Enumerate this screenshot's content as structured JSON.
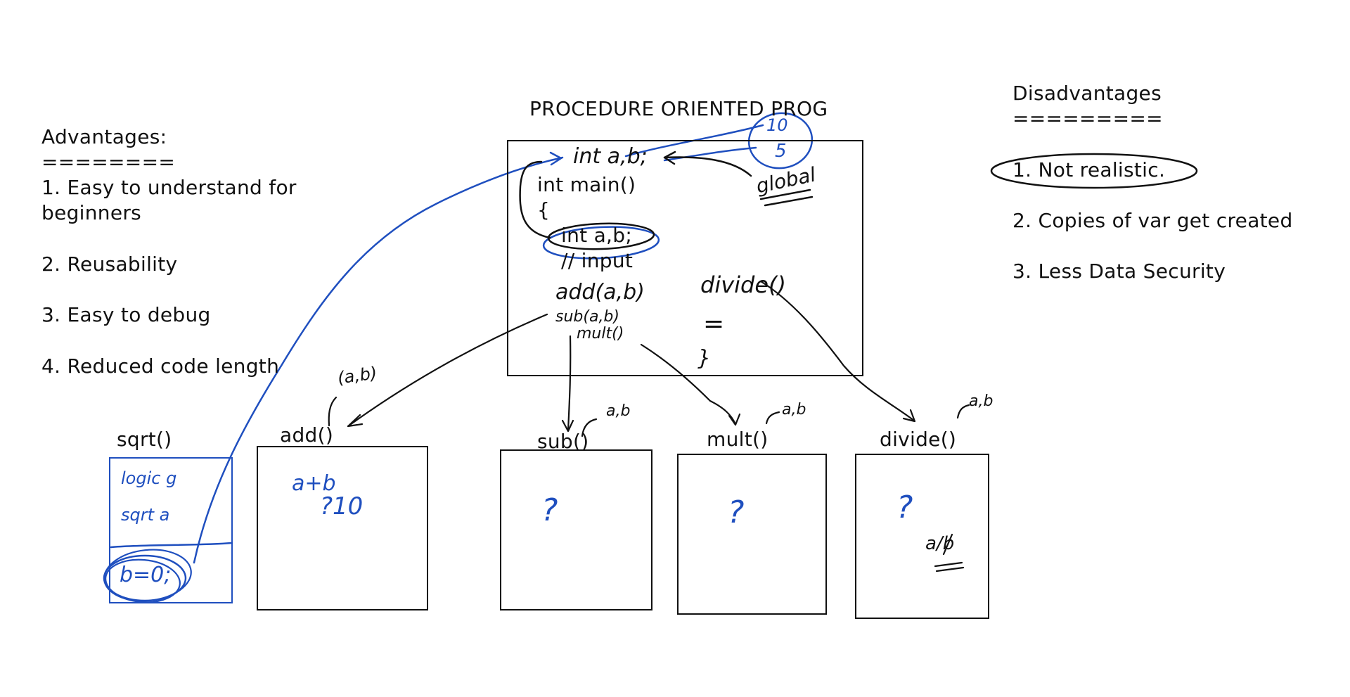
{
  "title": "PROCEDURE ORIENTED PROG",
  "advantages": {
    "heading": "Advantages:",
    "underline": "========",
    "items": [
      "1. Easy to understand for",
      "beginners",
      "2. Reusability",
      "3. Easy to debug",
      "4. Reduced code length"
    ]
  },
  "disadvantages": {
    "heading": "Disadvantages",
    "underline": "=========",
    "items": [
      "1. Not realistic.",
      "2. Copies of var get created",
      "3. Less Data Security"
    ]
  },
  "main_box": {
    "global_decl": "int a,b;",
    "main_sig": "int main()",
    "brace_open": "{",
    "local_decl": "int a,b;",
    "comment": "// input",
    "call_add": "add(a,b)",
    "call_sub": "sub(a,b)",
    "call_mult": "mult()",
    "call_divide": "divide()",
    "eq": "=",
    "brace_close": "}"
  },
  "global_note": {
    "top": "10",
    "bottom": "5",
    "label": "global"
  },
  "functions": [
    {
      "name": "sqrt()",
      "content": [
        "logic g",
        "sqrt a",
        "b=0;"
      ]
    },
    {
      "name": "add()",
      "annotation": "(a,b)",
      "content": [
        "a+b",
        "?10"
      ]
    },
    {
      "name": "sub()",
      "annotation": "a,b",
      "content": [
        "?"
      ]
    },
    {
      "name": "mult()",
      "annotation": "a,b",
      "content": [
        "?"
      ]
    },
    {
      "name": "divide()",
      "annotation": "a,b",
      "content": [
        "?",
        "a/b"
      ]
    }
  ],
  "colors": {
    "ink": "#111111",
    "pen_blue": "#1f4fbf"
  }
}
